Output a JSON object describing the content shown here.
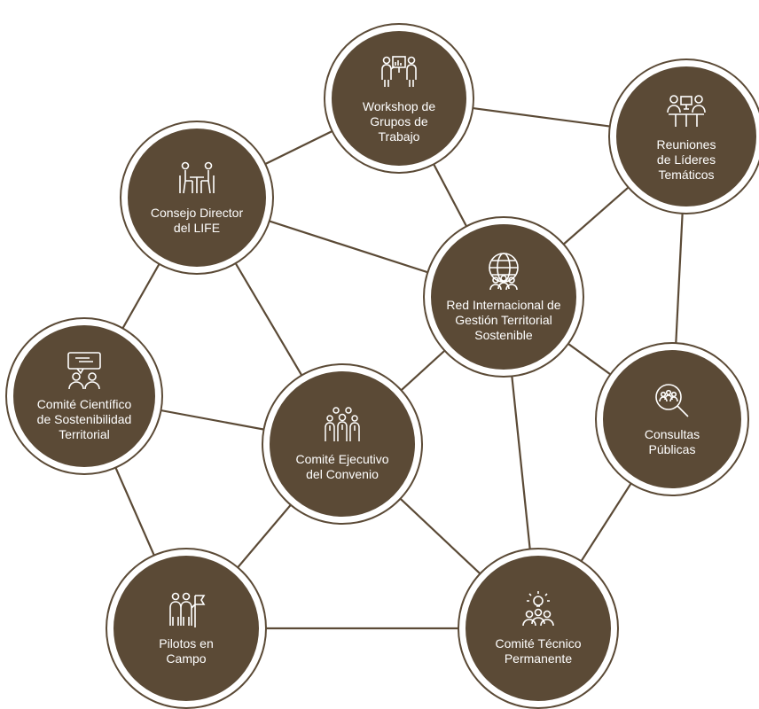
{
  "colors": {
    "node_fill": "#5b4a36",
    "edge": "#5b4a36",
    "ring": "#ffffff",
    "text": "#ffffff"
  },
  "nodes": {
    "workshop": {
      "label": "Workshop de\nGrupos de\nTrabajo",
      "icon": "presentation-icon"
    },
    "reuniones": {
      "label": "Reuniones\nde Líderes\nTemáticos",
      "icon": "meeting-icon"
    },
    "consejo": {
      "label": "Consejo Director\ndel LIFE",
      "icon": "table-meeting-icon"
    },
    "red": {
      "label": "Red Internacional de\nGestión Territorial\nSostenible",
      "icon": "globe-people-icon"
    },
    "cientifico": {
      "label": "Comité Científico\nde Sostenibilidad\nTerritorial",
      "icon": "speech-people-icon"
    },
    "ejecutivo": {
      "label": "Comité Ejecutivo\ndel Convenio",
      "icon": "team-icon"
    },
    "consultas": {
      "label": "Consultas\nPúblicas",
      "icon": "search-people-icon"
    },
    "pilotos": {
      "label": "Pilotos en\nCampo",
      "icon": "flag-people-icon"
    },
    "tecnico": {
      "label": "Comité Técnico\nPermanente",
      "icon": "idea-people-icon"
    }
  },
  "edges": [
    [
      "consejo",
      "workshop"
    ],
    [
      "workshop",
      "reuniones"
    ],
    [
      "workshop",
      "red"
    ],
    [
      "consejo",
      "red"
    ],
    [
      "reuniones",
      "red"
    ],
    [
      "reuniones",
      "consultas"
    ],
    [
      "consejo",
      "cientifico"
    ],
    [
      "consejo",
      "ejecutivo"
    ],
    [
      "red",
      "ejecutivo"
    ],
    [
      "red",
      "consultas"
    ],
    [
      "red",
      "tecnico"
    ],
    [
      "cientifico",
      "ejecutivo"
    ],
    [
      "cientifico",
      "pilotos"
    ],
    [
      "ejecutivo",
      "pilotos"
    ],
    [
      "ejecutivo",
      "tecnico"
    ],
    [
      "consultas",
      "tecnico"
    ],
    [
      "pilotos",
      "tecnico"
    ]
  ]
}
